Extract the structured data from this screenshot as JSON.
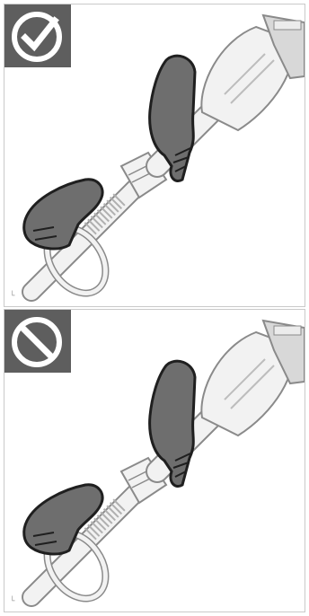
{
  "panels": [
    {
      "status": "correct",
      "badge_icon": "checkmark-circle-icon",
      "badge_color": "#5e5e5e"
    },
    {
      "status": "incorrect",
      "badge_icon": "prohibited-circle-icon",
      "badge_color": "#5e5e5e"
    }
  ],
  "colors": {
    "glove": "#6e6e6e",
    "glove_outline": "#1f1f1f",
    "tool_body": "#f2f2f2",
    "tool_outline": "#8a8a8a",
    "battery": "#d8d8d8"
  },
  "illustration": {
    "top_grip": "hands-on-grips",
    "bottom_grip": "hands-on-grips"
  }
}
